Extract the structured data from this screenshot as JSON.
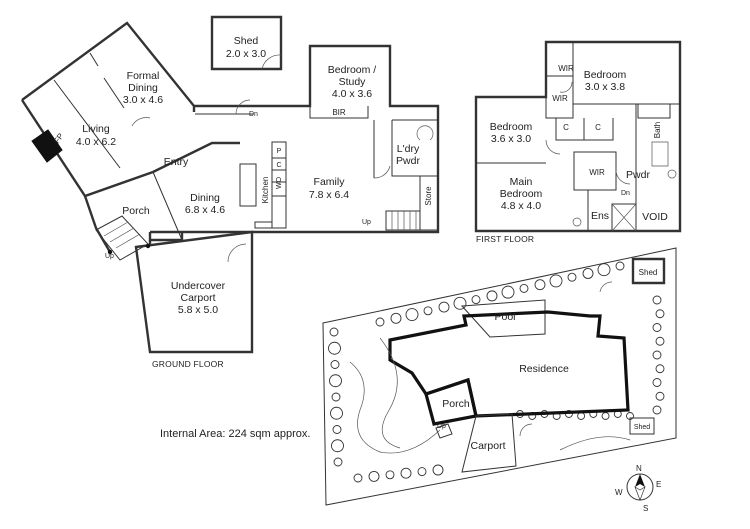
{
  "ground_floor": {
    "caption": "GROUND FLOOR",
    "rooms": {
      "shed_name": "Shed",
      "shed_dims": "2.0 x 3.0",
      "formal_dining_name_1": "Formal",
      "formal_dining_name_2": "Dining",
      "formal_dining_dims": "3.0 x 4.6",
      "living_name": "Living",
      "living_dims": "4.0 x 6.2",
      "fireplace": "FP",
      "bedroom_study_name_1": "Bedroom /",
      "bedroom_study_name_2": "Study",
      "bedroom_study_dims": "4.0 x 3.6",
      "bir": "BIR",
      "entry": "Entry",
      "family_name": "Family",
      "family_dims": "7.8 x 6.4",
      "dining_name": "Dining",
      "dining_dims": "6.8 x 4.6",
      "kitchen": "Kitchen",
      "pantry": "P",
      "cupboard": "C",
      "wall_oven": "WO",
      "laundry_powder_1": "L'dry",
      "laundry_powder_2": "Pwdr",
      "store": "Store",
      "porch": "Porch",
      "carport_name_1": "Undercover",
      "carport_name_2": "Carport",
      "carport_dims": "5.8 x 5.0",
      "dn": "Dn",
      "up_stairs": "Up",
      "up_porch": "Up"
    }
  },
  "first_floor": {
    "caption": "FIRST FLOOR",
    "rooms": {
      "wir_top": "WIR",
      "wir_mid": "WIR",
      "wir_main": "WIR",
      "bedroom_a_name": "Bedroom",
      "bedroom_a_dims": "3.0 x 3.8",
      "bedroom_b_name": "Bedroom",
      "bedroom_b_dims": "3.6 x 3.0",
      "c_left": "C",
      "c_right": "C",
      "bath": "Bath",
      "main_bedroom_name_1": "Main",
      "main_bedroom_name_2": "Bedroom",
      "main_bedroom_dims": "4.8 x 4.0",
      "powder": "Pwdr",
      "dn": "Dn",
      "ensuite": "Ens",
      "void": "VOID"
    }
  },
  "site_plan": {
    "shed_top": "Shed",
    "pool": "Pool",
    "residence": "Residence",
    "porch": "Porch",
    "up": "Up",
    "carport": "Carport",
    "shed_small": "Shed"
  },
  "internal_area": "Internal Area: 224 sqm approx.",
  "compass": {
    "n": "N",
    "e": "E",
    "s": "S",
    "w": "W"
  }
}
